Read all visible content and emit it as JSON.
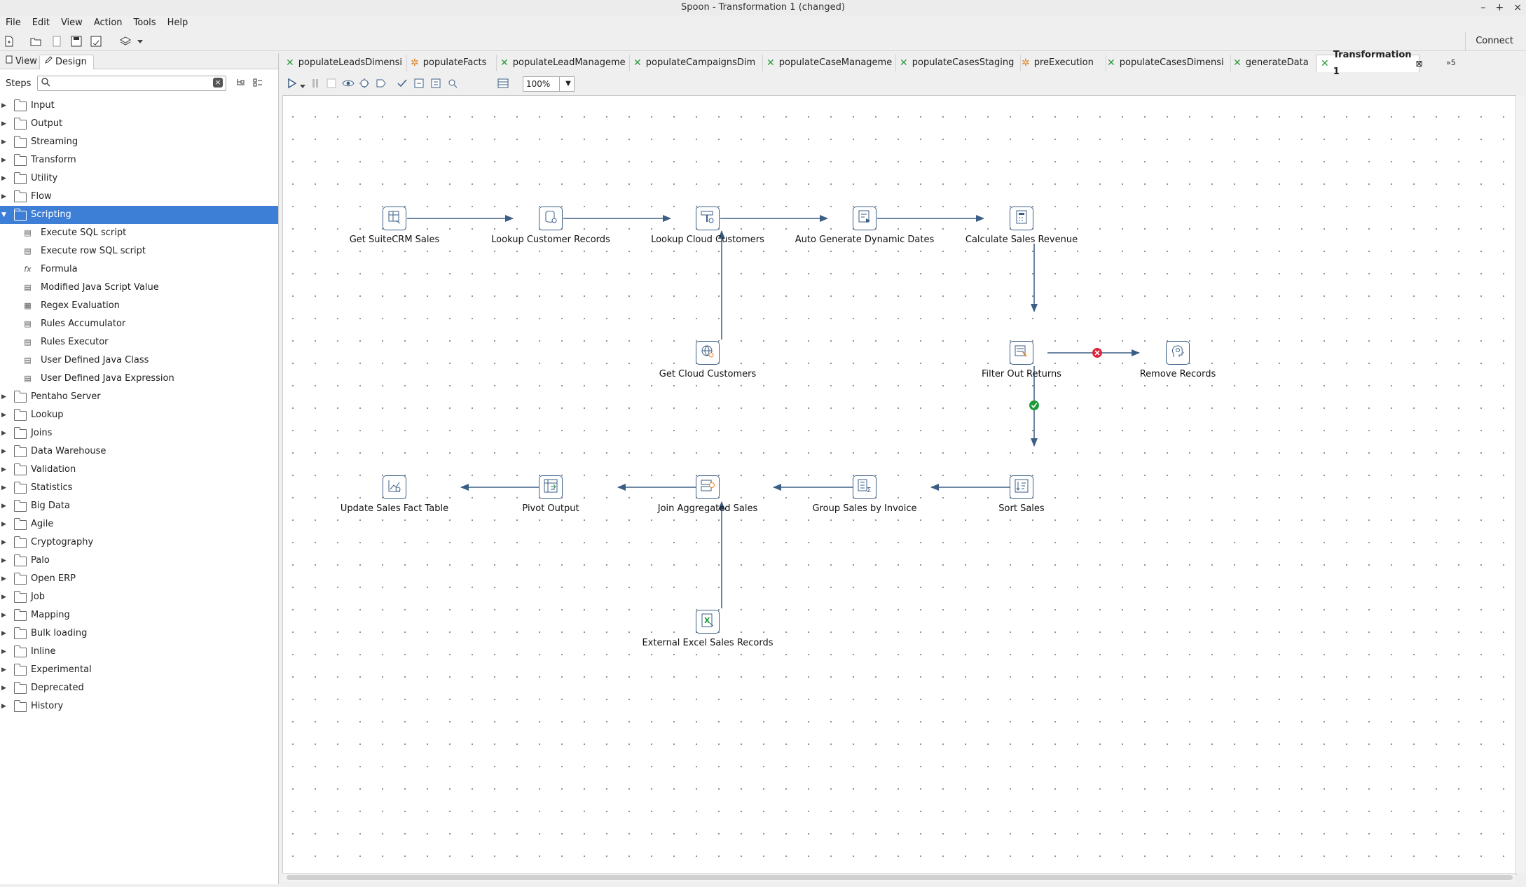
{
  "window": {
    "title": "Spoon - Transformation 1 (changed)",
    "controls": [
      "–",
      "+",
      "×"
    ]
  },
  "menu": [
    "File",
    "Edit",
    "View",
    "Action",
    "Tools",
    "Help"
  ],
  "toolbar": {
    "connect_label": "Connect"
  },
  "left_panel": {
    "view_tab": "View",
    "design_tab": "Design",
    "steps_label": "Steps",
    "search_value": "",
    "categories_top": [
      "Input",
      "Output",
      "Streaming",
      "Transform",
      "Utility",
      "Flow"
    ],
    "selected_category": "Scripting",
    "scripting_items": [
      "Execute SQL script",
      "Execute row SQL script",
      "Formula",
      "Modified Java Script Value",
      "Regex Evaluation",
      "Rules Accumulator",
      "Rules Executor",
      "User Defined Java Class",
      "User Defined Java Expression"
    ],
    "categories_bottom": [
      "Pentaho Server",
      "Lookup",
      "Joins",
      "Data Warehouse",
      "Validation",
      "Statistics",
      "Big Data",
      "Agile",
      "Cryptography",
      "Palo",
      "Open ERP",
      "Job",
      "Mapping",
      "Bulk loading",
      "Inline",
      "Experimental",
      "Deprecated",
      "History"
    ]
  },
  "file_tabs": [
    {
      "label": "populateLeadsDimensi",
      "kind": "transformation"
    },
    {
      "label": "populateFacts",
      "kind": "job"
    },
    {
      "label": "populateLeadManageme",
      "kind": "transformation"
    },
    {
      "label": "populateCampaignsDim",
      "kind": "transformation"
    },
    {
      "label": "populateCaseManageme",
      "kind": "transformation"
    },
    {
      "label": "populateCasesStaging",
      "kind": "transformation"
    },
    {
      "label": "preExecution",
      "kind": "job"
    },
    {
      "label": "populateCasesDimensi",
      "kind": "transformation"
    },
    {
      "label": "generateData",
      "kind": "transformation"
    },
    {
      "label": "Transformation 1",
      "kind": "transformation",
      "active": true
    }
  ],
  "tabs_overflow": "»5",
  "zoom": "100%",
  "steps": {
    "get_suitecrm_sales": "Get SuiteCRM Sales",
    "lookup_customer_records": "Lookup Customer Records",
    "lookup_cloud_customers": "Lookup Cloud Customers",
    "auto_generate_dynamic_dates": "Auto Generate Dynamic Dates",
    "calculate_sales_revenue": "Calculate Sales Revenue",
    "get_cloud_customers": "Get Cloud Customers",
    "filter_out_returns": "Filter Out Returns",
    "remove_records": "Remove Records",
    "sort_sales": "Sort Sales",
    "group_sales_by_invoice": "Group Sales by Invoice",
    "join_aggregated_sales": "Join Aggregated Sales",
    "pivot_output": "Pivot Output",
    "update_sales_fact_table": "Update Sales Fact Table",
    "external_excel_sales_records": "External Excel Sales Records"
  },
  "colors": {
    "hop": "#3b5e86",
    "selection": "#3d7ed6",
    "true_hop": "#1e9a3a",
    "error_hop": "#e0253a"
  }
}
